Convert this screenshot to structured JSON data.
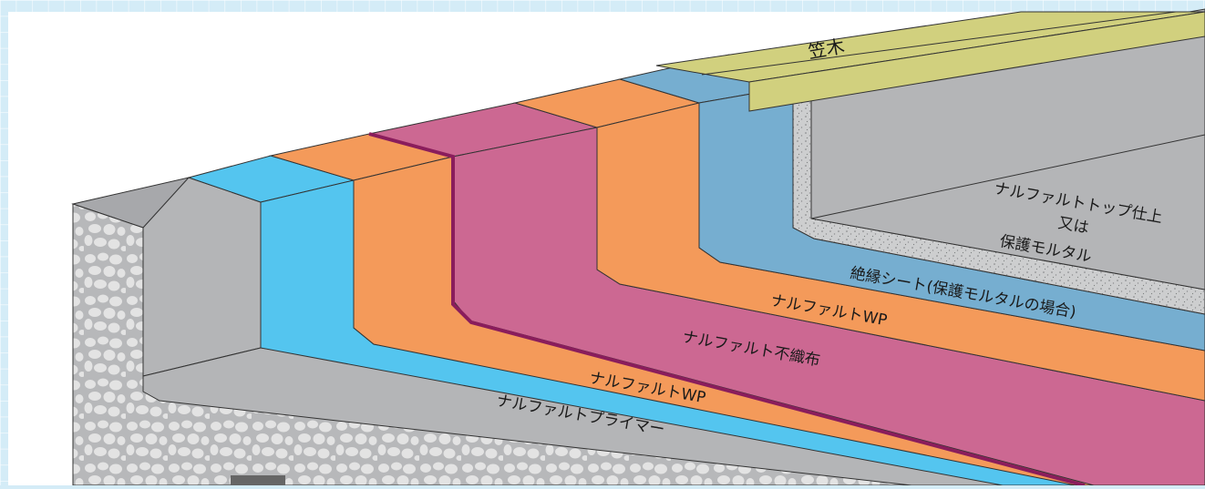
{
  "diagram": {
    "labels": {
      "kasagi": "笠木",
      "top_finish_line1": "ナルファルトトップ仕上",
      "top_finish_line2": "又は",
      "top_finish_line3": "保護モルタル",
      "insulation_sheet": "絶縁シート(保護モルタルの場合)",
      "wp_upper": "ナルファルトWP",
      "nonwoven": "ナルファルト不織布",
      "wp_lower": "ナルファルトWP",
      "primer": "ナルファルトプライマー"
    },
    "colors": {
      "background_grid": "#d4ecf7",
      "concrete": "#b4b5b7",
      "aggregate": "#e0e0e0",
      "primer": "#54c5ef",
      "waterproof_wp": "#f49a5a",
      "nonwoven": "#cc6892",
      "nonwoven_edge": "#8a1d5c",
      "insulation_sheet": "#76aed0",
      "top_finish": "#b4b5b7",
      "kasagi": "#d1d07e"
    }
  }
}
